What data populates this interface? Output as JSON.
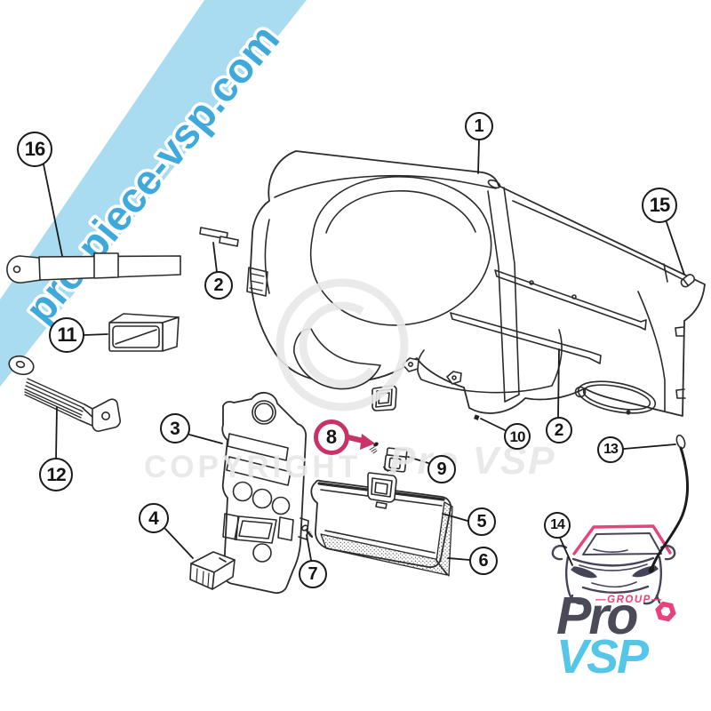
{
  "image": {
    "type": "exploded-parts-diagram",
    "background": "#ffffff"
  },
  "watermarks": {
    "diagonal_band": {
      "text": "pro-piece-vsp.com",
      "band_color": "#aadcf1",
      "text_color": "#3fa9dc"
    },
    "copyright": {
      "left_text": "COPYRIGHT",
      "right_text": "Pro VSP",
      "color": "#e7e7e7"
    }
  },
  "callouts": [
    {
      "label": "1"
    },
    {
      "label": "2"
    },
    {
      "label": "2"
    },
    {
      "label": "3"
    },
    {
      "label": "4"
    },
    {
      "label": "5"
    },
    {
      "label": "6"
    },
    {
      "label": "7"
    },
    {
      "label": "8",
      "highlighted": true,
      "highlight_color": "#c93266"
    },
    {
      "label": "9"
    },
    {
      "label": "10"
    },
    {
      "label": "11"
    },
    {
      "label": "12"
    },
    {
      "label": "13"
    },
    {
      "label": "14"
    },
    {
      "label": "15"
    },
    {
      "label": "16"
    }
  ],
  "logo": {
    "group_label": "—GROUP—",
    "name_line1": "Pro",
    "name_line2": "VSP",
    "accent_color": "#e8417e",
    "line1_color": "#4a4a59",
    "line2_color": "#54c6ea"
  }
}
